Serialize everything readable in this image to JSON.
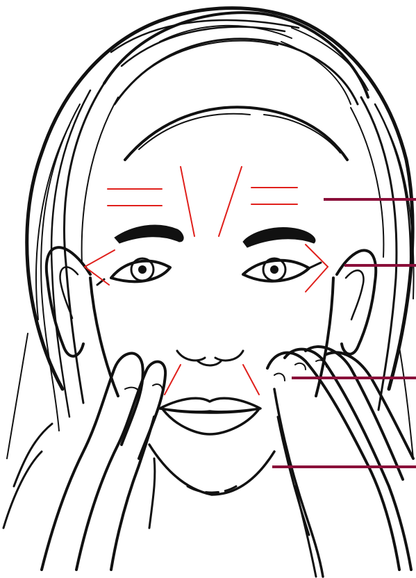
{
  "illustration": {
    "subject": "face-with-hands",
    "colors": {
      "line_art": "#111111",
      "wrinkle_marks": "#e0201c",
      "pointer_lines": "#8a0f3a",
      "background": "#ffffff"
    }
  },
  "pointers": [
    {
      "target": "forehead"
    },
    {
      "target": "eye-corner"
    },
    {
      "target": "nasolabial"
    },
    {
      "target": "jawline"
    }
  ],
  "wrinkle_marks": [
    {
      "region": "forehead-left"
    },
    {
      "region": "forehead-right"
    },
    {
      "region": "glabella"
    },
    {
      "region": "crows-feet-left"
    },
    {
      "region": "crows-feet-right"
    },
    {
      "region": "smile-lines"
    }
  ]
}
